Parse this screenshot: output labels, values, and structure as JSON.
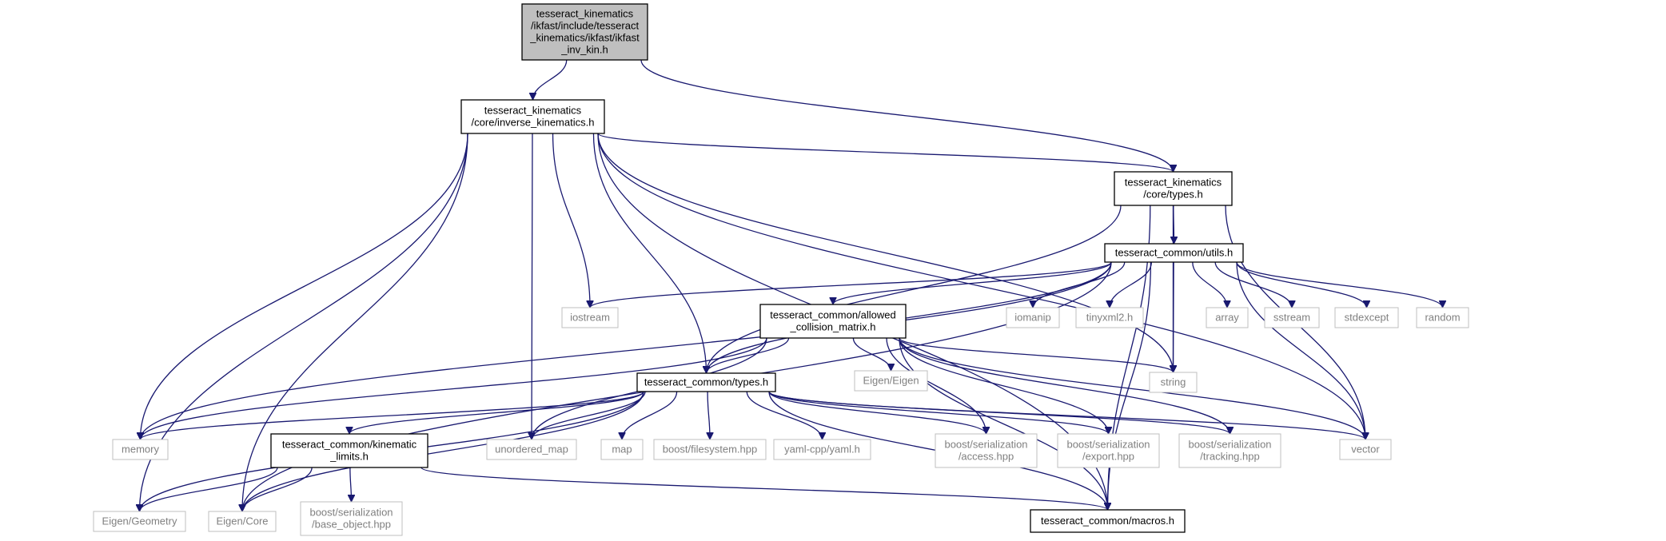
{
  "nodes": [
    {
      "id": "ikfast_inv_kin",
      "lines": [
        "tesseract_kinematics",
        "/ikfast/include/tesseract",
        "_kinematics/ikfast/ikfast",
        "_inv_kin.h"
      ],
      "style": "main"
    },
    {
      "id": "inverse_kinematics",
      "lines": [
        "tesseract_kinematics",
        "/core/inverse_kinematics.h"
      ],
      "style": "local"
    },
    {
      "id": "core_types",
      "lines": [
        "tesseract_kinematics",
        "/core/types.h"
      ],
      "style": "local"
    },
    {
      "id": "utils",
      "lines": [
        "tesseract_common/utils.h"
      ],
      "style": "local"
    },
    {
      "id": "acm",
      "lines": [
        "tesseract_common/allowed",
        "_collision_matrix.h"
      ],
      "style": "local"
    },
    {
      "id": "common_types",
      "lines": [
        "tesseract_common/types.h"
      ],
      "style": "local"
    },
    {
      "id": "kinematic_limits",
      "lines": [
        "tesseract_common/kinematic",
        "_limits.h"
      ],
      "style": "local"
    },
    {
      "id": "macros",
      "lines": [
        "tesseract_common/macros.h"
      ],
      "style": "local"
    },
    {
      "id": "iostream",
      "lines": [
        "iostream"
      ],
      "style": "ext"
    },
    {
      "id": "iomanip",
      "lines": [
        "iomanip"
      ],
      "style": "ext"
    },
    {
      "id": "tinyxml2",
      "lines": [
        "tinyxml2.h"
      ],
      "style": "ext"
    },
    {
      "id": "array",
      "lines": [
        "array"
      ],
      "style": "ext"
    },
    {
      "id": "sstream",
      "lines": [
        "sstream"
      ],
      "style": "ext"
    },
    {
      "id": "stdexcept",
      "lines": [
        "stdexcept"
      ],
      "style": "ext"
    },
    {
      "id": "random",
      "lines": [
        "random"
      ],
      "style": "ext"
    },
    {
      "id": "eigen_eigen",
      "lines": [
        "Eigen/Eigen"
      ],
      "style": "ext"
    },
    {
      "id": "string",
      "lines": [
        "string"
      ],
      "style": "ext"
    },
    {
      "id": "memory",
      "lines": [
        "memory"
      ],
      "style": "ext"
    },
    {
      "id": "unordered_map",
      "lines": [
        "unordered_map"
      ],
      "style": "ext"
    },
    {
      "id": "map",
      "lines": [
        "map"
      ],
      "style": "ext"
    },
    {
      "id": "filesystem",
      "lines": [
        "boost/filesystem.hpp"
      ],
      "style": "ext"
    },
    {
      "id": "yaml",
      "lines": [
        "yaml-cpp/yaml.h"
      ],
      "style": "ext"
    },
    {
      "id": "access",
      "lines": [
        "boost/serialization",
        "/access.hpp"
      ],
      "style": "ext"
    },
    {
      "id": "export",
      "lines": [
        "boost/serialization",
        "/export.hpp"
      ],
      "style": "ext"
    },
    {
      "id": "tracking",
      "lines": [
        "boost/serialization",
        "/tracking.hpp"
      ],
      "style": "ext"
    },
    {
      "id": "vector",
      "lines": [
        "vector"
      ],
      "style": "ext"
    },
    {
      "id": "eigen_geometry",
      "lines": [
        "Eigen/Geometry"
      ],
      "style": "ext"
    },
    {
      "id": "eigen_core",
      "lines": [
        "Eigen/Core"
      ],
      "style": "ext"
    },
    {
      "id": "base_object",
      "lines": [
        "boost/serialization",
        "/base_object.hpp"
      ],
      "style": "ext"
    }
  ],
  "edges": [
    [
      "ikfast_inv_kin",
      "inverse_kinematics"
    ],
    [
      "ikfast_inv_kin",
      "core_types"
    ],
    [
      "inverse_kinematics",
      "core_types"
    ],
    [
      "inverse_kinematics",
      "common_types"
    ],
    [
      "inverse_kinematics",
      "iostream"
    ],
    [
      "inverse_kinematics",
      "string"
    ],
    [
      "inverse_kinematics",
      "memory"
    ],
    [
      "inverse_kinematics",
      "unordered_map"
    ],
    [
      "inverse_kinematics",
      "macros"
    ],
    [
      "inverse_kinematics",
      "vector"
    ],
    [
      "inverse_kinematics",
      "eigen_geometry"
    ],
    [
      "inverse_kinematics",
      "eigen_core"
    ],
    [
      "core_types",
      "utils"
    ],
    [
      "core_types",
      "common_types"
    ],
    [
      "core_types",
      "string"
    ],
    [
      "core_types",
      "vector"
    ],
    [
      "core_types",
      "macros"
    ],
    [
      "utils",
      "acm"
    ],
    [
      "utils",
      "common_types"
    ],
    [
      "utils",
      "iostream"
    ],
    [
      "utils",
      "iomanip"
    ],
    [
      "utils",
      "tinyxml2"
    ],
    [
      "utils",
      "array"
    ],
    [
      "utils",
      "sstream"
    ],
    [
      "utils",
      "stdexcept"
    ],
    [
      "utils",
      "random"
    ],
    [
      "utils",
      "string"
    ],
    [
      "utils",
      "vector"
    ],
    [
      "utils",
      "memory"
    ],
    [
      "utils",
      "macros"
    ],
    [
      "utils",
      "eigen_core"
    ],
    [
      "acm",
      "common_types"
    ],
    [
      "acm",
      "eigen_eigen"
    ],
    [
      "acm",
      "string"
    ],
    [
      "acm",
      "vector"
    ],
    [
      "acm",
      "memory"
    ],
    [
      "acm",
      "unordered_map"
    ],
    [
      "acm",
      "access"
    ],
    [
      "acm",
      "export"
    ],
    [
      "acm",
      "tracking"
    ],
    [
      "acm",
      "macros"
    ],
    [
      "common_types",
      "kinematic_limits"
    ],
    [
      "common_types",
      "memory"
    ],
    [
      "common_types",
      "unordered_map"
    ],
    [
      "common_types",
      "map"
    ],
    [
      "common_types",
      "filesystem"
    ],
    [
      "common_types",
      "yaml"
    ],
    [
      "common_types",
      "access"
    ],
    [
      "common_types",
      "export"
    ],
    [
      "common_types",
      "tracking"
    ],
    [
      "common_types",
      "vector"
    ],
    [
      "common_types",
      "eigen_geometry"
    ],
    [
      "common_types",
      "eigen_core"
    ],
    [
      "common_types",
      "macros"
    ],
    [
      "kinematic_limits",
      "eigen_geometry"
    ],
    [
      "kinematic_limits",
      "eigen_core"
    ],
    [
      "kinematic_limits",
      "base_object"
    ],
    [
      "kinematic_limits",
      "macros"
    ]
  ]
}
